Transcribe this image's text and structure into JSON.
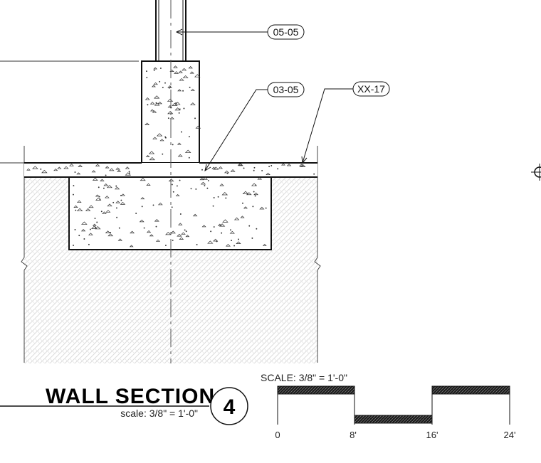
{
  "callouts": [
    {
      "label": "05-05"
    },
    {
      "label": "03-05"
    },
    {
      "label": "XX-17"
    }
  ],
  "title_block": {
    "title": "WALL SECTION",
    "scale_note": "scale:  3/8\"  =  1'-0\"",
    "detail_number": "4"
  },
  "scale_bar": {
    "label": "SCALE:  3/8\"  =  1'-0\"",
    "ticks": [
      "0",
      "8'",
      "16'",
      "24'"
    ]
  }
}
